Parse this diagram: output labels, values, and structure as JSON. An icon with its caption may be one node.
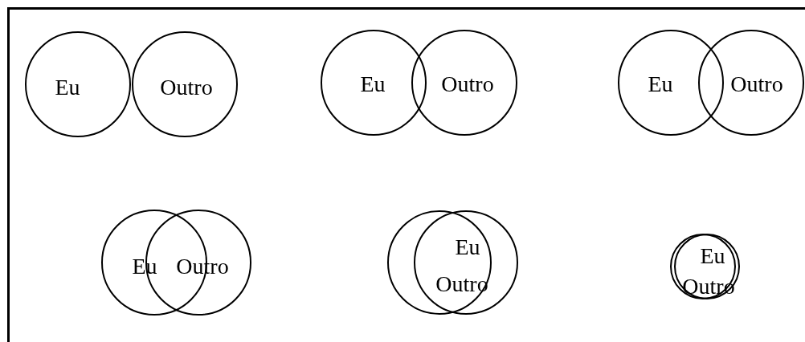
{
  "diagram": {
    "nodes": [
      {
        "text": [
          "Eu"
        ]
      },
      {
        "text": [
          "Outro"
        ]
      },
      {
        "text": [
          "Eu"
        ]
      },
      {
        "text": [
          "Outro"
        ]
      },
      {
        "text": [
          "Eu"
        ]
      },
      {
        "text": [
          "Outro"
        ]
      },
      {
        "text": [
          "Eu"
        ]
      },
      {
        "text": [
          "Outro"
        ]
      },
      {
        "text": [
          "Eu"
        ]
      },
      {
        "text": [
          "Outro"
        ]
      },
      {
        "text": [
          "Eu"
        ]
      },
      {
        "text": [
          "Outro"
        ]
      }
    ]
  }
}
